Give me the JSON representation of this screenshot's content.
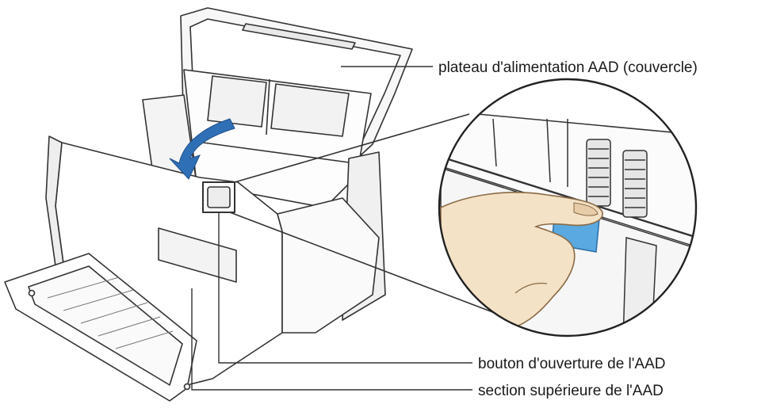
{
  "labels": {
    "cover": "plateau d'alimentation AAD (couvercle)",
    "open_button": "bouton d'ouverture de l'AAD",
    "upper_section": "section supérieure de l'AAD"
  },
  "colors": {
    "outline": "#333333",
    "arrow": "#2f6fb6",
    "button": "#5aa9e0",
    "skin": "#f4e2c6",
    "skin_shade": "#e6cca8"
  }
}
